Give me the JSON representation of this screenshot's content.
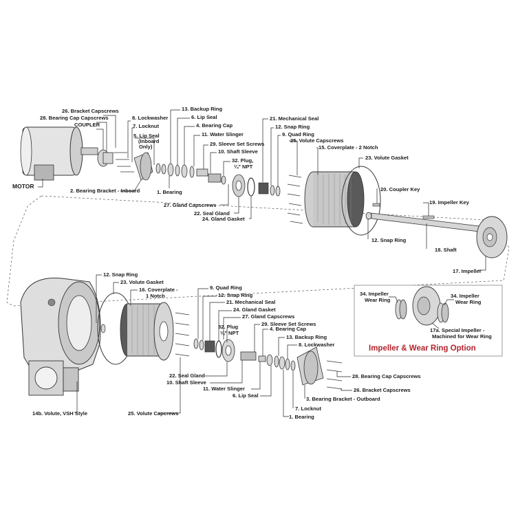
{
  "labels": {
    "l26a": "26. Bracket Capscrews",
    "l28a": "28. Bearing Cap Capscrews",
    "coupler": "COUPLER",
    "l8a": "8. Lockwasher",
    "l7a": "7. Locknut",
    "l5a1": "5. Lip Seal",
    "l5a2": "(Inboard",
    "l5a3": "Only)",
    "l13a": "13. Backup Ring",
    "l6a": "6. Lip Seal",
    "l4a": "4. Bearing Cap",
    "l11a": "11. Water Slinger",
    "l29a": "29. Sleeve Set Screws",
    "l10a": "10. Shaft Sleeve",
    "l32a1": "32. Plug,",
    "l32a2": "¼\" NPT",
    "l21a": "21. Mechanical Seal",
    "l12a": "12. Snap Ring",
    "l9a": "9. Quad Ring",
    "l25a": "25. Volute Capscrews",
    "l15a": "15. Coverplate - 2 Notch",
    "l23a": "23. Volute Gasket",
    "motor": "MOTOR",
    "l2a": "2. Bearing Bracket - Inboard",
    "l1a": "1. Bearing",
    "l27a": "27. Gland Capscrews",
    "l22a": "22. Seal Gland",
    "l24a": "24. Gland Gasket",
    "l20a": "20. Coupler Key",
    "l19a": "19. Impeller Key",
    "l12b": "12. Snap Ring",
    "l18a": "18. Shaft",
    "l17a": "17. Impeller",
    "l12c": "12. Snap Ring",
    "l23b": "23. Volute Gasket",
    "l16b1": "16. Coverplate -",
    "l16b2": "1 Notch",
    "l9b": "9. Quad Ring",
    "l12d": "12. Snap Ring",
    "l21b": "21. Mechanical Seal",
    "l24b": "24. Gland Gasket",
    "l27b": "27. Gland Capscrews",
    "l32b1": "32. Plug",
    "l32b2": "¼\" NPT",
    "l29b": "29. Sleeve Set Screws",
    "l4b": "4. Bearing Cap",
    "l13b": "13. Backup Ring",
    "l8b": "8. Lockwasher",
    "l22b": "22. Seal Gland",
    "l10b": "10. Shaft Sleeve",
    "l11b": "11. Water Slinger",
    "l6b": "6. Lip Seal",
    "l28b": "28. Bearing Cap Capscrews",
    "l26b": "26. Bracket Capscrews",
    "l3b": "3. Bearing Bracket - Outboard",
    "l7b": "7. Locknut",
    "l1b": "1. Bearing",
    "l14b": "14b. Volute, VSH Style",
    "l25b": "25. Volute Capcrews"
  },
  "option": {
    "l34a1": "34. Impeller",
    "l34a2": "Wear Ring",
    "l34b1": "34. Impeller",
    "l34b2": "Wear Ring",
    "l17a1": "17a. Special Impeller -",
    "l17a2": "Machined for Wear Ring",
    "title": "Impeller & Wear Ring Option"
  },
  "colors": {
    "text": "#1a1a1a",
    "accent": "#b1242b",
    "part_fill": "#dcdcdc",
    "part_dark": "#9a9a9a"
  }
}
